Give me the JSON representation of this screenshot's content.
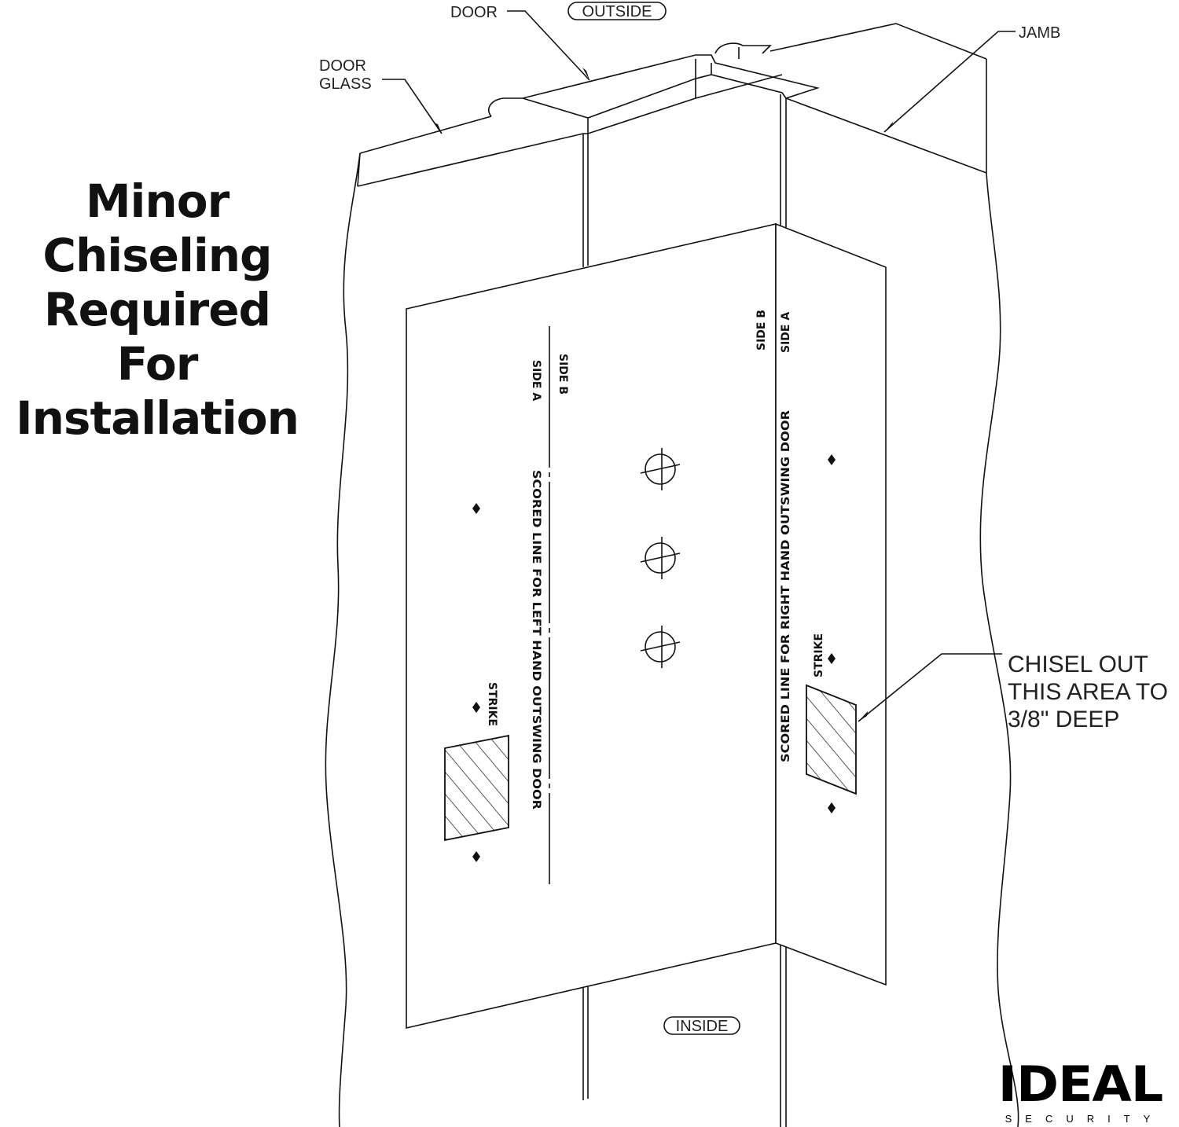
{
  "headline": {
    "lines": [
      "Minor",
      "Chiseling",
      "Required For",
      "Installation"
    ]
  },
  "labels": {
    "door": "DOOR",
    "outside": "OUTSIDE",
    "door_glass_line1": "DOOR",
    "door_glass_line2": "GLASS",
    "jamb": "JAMB",
    "inside": "INSIDE",
    "chisel_line1": "CHISEL OUT",
    "chisel_line2": "THIS AREA TO",
    "chisel_line3": "3/8\" DEEP"
  },
  "template": {
    "left_side_a": "SIDE A",
    "left_side_b": "SIDE B",
    "left_scored_line": "SCORED LINE FOR LEFT HAND OUTSWING DOOR",
    "left_strike": "STRIKE",
    "right_side_b": "SIDE B",
    "right_side_a": "SIDE A",
    "right_scored_line": "SCORED LINE FOR RIGHT HAND OUTSWING DOOR",
    "right_strike": "STRIKE"
  },
  "logo": {
    "name": "IDEAL",
    "tagline": "SECURITY"
  }
}
